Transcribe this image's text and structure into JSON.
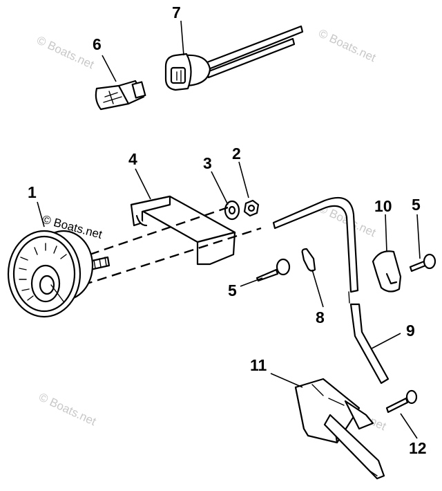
{
  "watermark": "© Boats.net",
  "callouts": {
    "c1": "1",
    "c2": "2",
    "c3": "3",
    "c4": "4",
    "c5a": "5",
    "c5b": "5",
    "c6": "6",
    "c7": "7",
    "c8": "8",
    "c9": "9",
    "c10": "10",
    "c11": "11",
    "c12": "12"
  }
}
